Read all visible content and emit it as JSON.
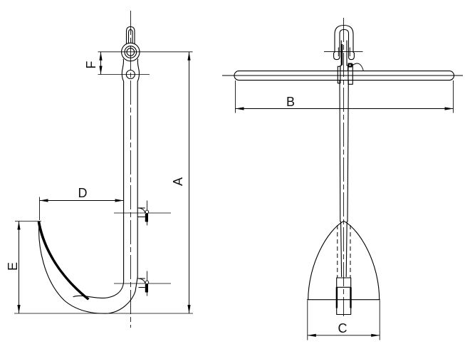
{
  "page": {
    "background": "#ffffff"
  },
  "drawing": {
    "line_color": "#000000",
    "label_color": "#111111",
    "views": {
      "side": "anchor-side-view",
      "front": "anchor-front-view"
    },
    "dimension_labels": {
      "A": "A",
      "B": "B",
      "C": "C",
      "D": "D",
      "E": "E",
      "F": "F"
    }
  }
}
